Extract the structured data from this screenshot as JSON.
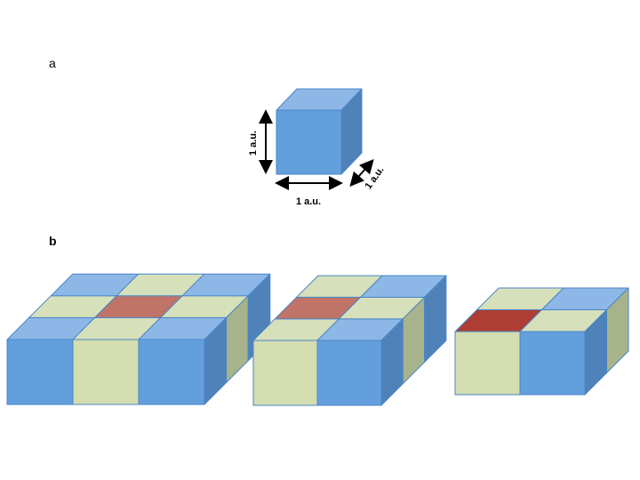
{
  "panels": {
    "a": {
      "label": "a",
      "dimensions": {
        "height": "1 a.u.",
        "width": "1 a.u.",
        "depth": "1 a.u."
      }
    },
    "b": {
      "label": "b"
    }
  },
  "colors": {
    "blue_front": "#639fdd",
    "blue_top": "#8db7e6",
    "blue_side": "#4e82b9",
    "green_front": "#d3ddb0",
    "green_top": "#d6e0ba",
    "green_side": "#a7b38a",
    "red_top": "#c07468",
    "red_top_dark": "#ae3d34",
    "edge": "#4a86c8",
    "arrow": "#000000"
  },
  "assemblies": [
    {
      "name": "3x3 block",
      "front_row": [
        "blue",
        "green",
        "blue"
      ],
      "top_grid": [
        [
          "blue",
          "green",
          "blue"
        ],
        [
          "green",
          "red",
          "green"
        ],
        [
          "blue",
          "green",
          "blue"
        ]
      ],
      "right_side": [
        "blue",
        "green",
        "blue"
      ]
    },
    {
      "name": "2x3 block",
      "front_row": [
        "green",
        "blue"
      ],
      "top_grid": [
        [
          "green",
          "blue"
        ],
        [
          "red",
          "green"
        ],
        [
          "green",
          "blue"
        ]
      ],
      "right_side": [
        "blue",
        "green",
        "blue"
      ]
    },
    {
      "name": "2x2 block",
      "front_row": [
        "green",
        "blue"
      ],
      "top_grid": [
        [
          "red",
          "green"
        ],
        [
          "green",
          "blue"
        ]
      ],
      "right_side": [
        "blue",
        "green"
      ]
    }
  ]
}
